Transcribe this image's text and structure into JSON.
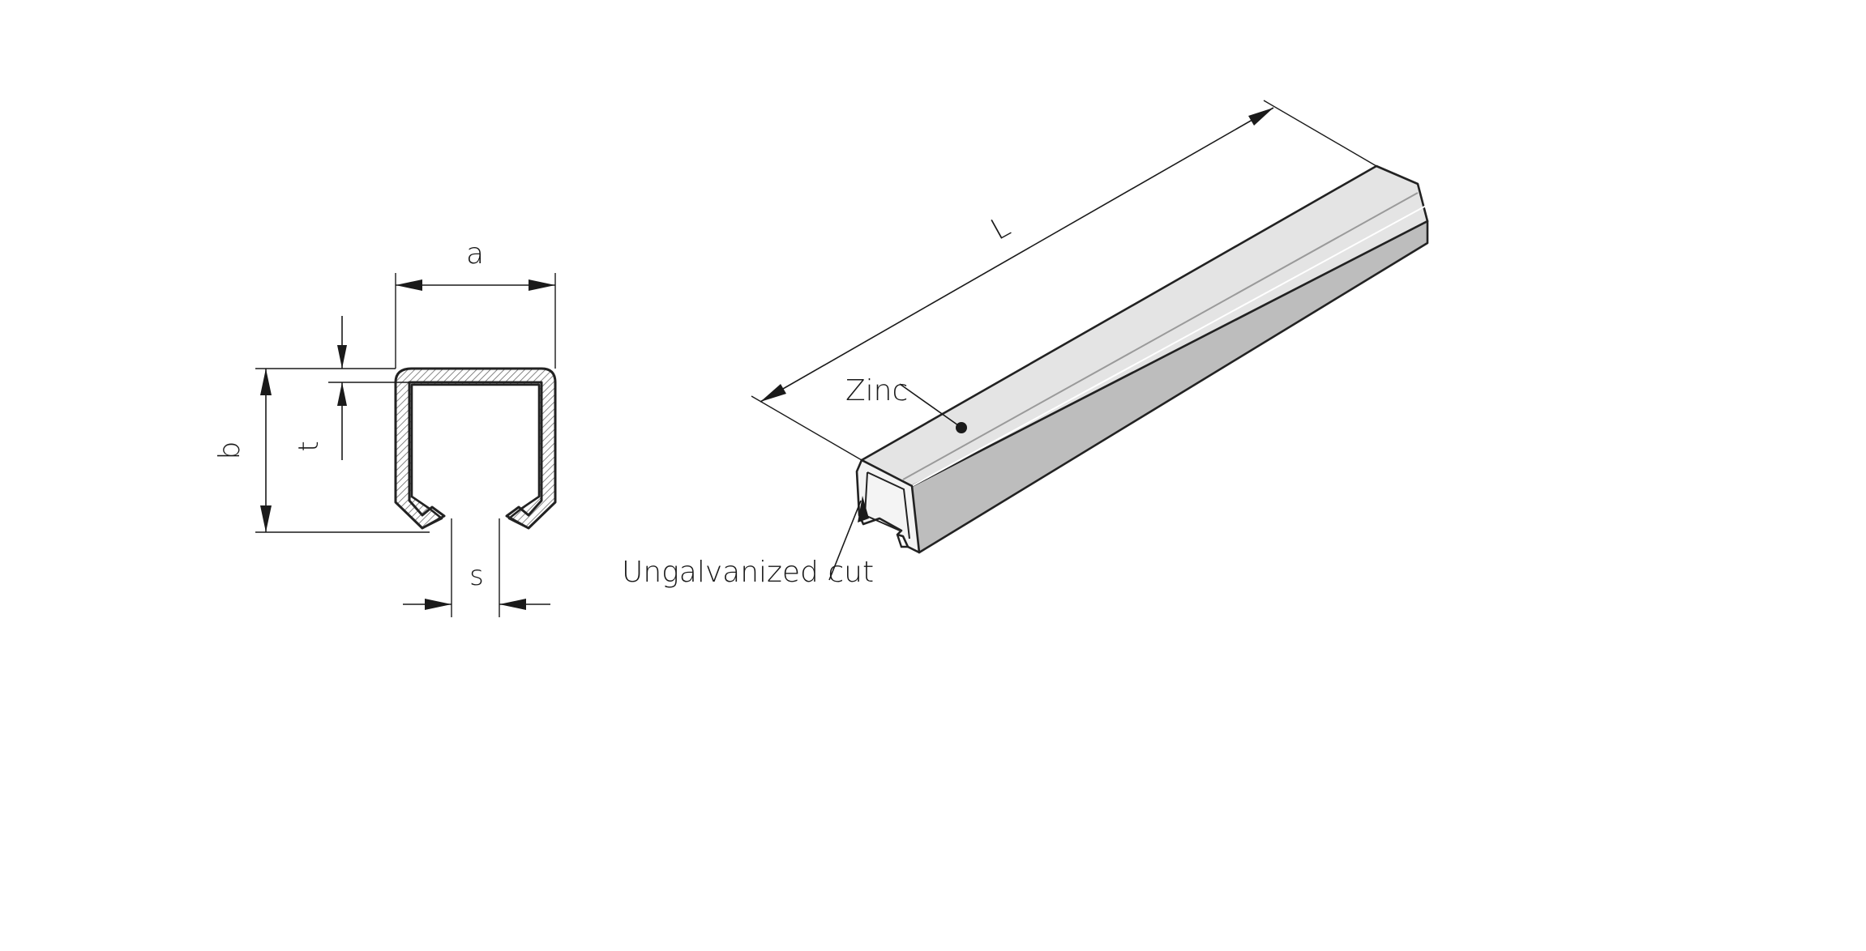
{
  "cross_section": {
    "dim_a": "a",
    "dim_b": "b",
    "dim_t": "t",
    "dim_s": "s"
  },
  "iso_view": {
    "dim_L": "L",
    "callout_zinc": "Zinc",
    "callout_cut": "Ungalvanized cut"
  },
  "colors": {
    "line": "#1a1a1a",
    "top_face": "#e4e4e4",
    "side_face": "#bdbdbd",
    "end_face": "#f4f4f4",
    "section_hatch": "#6a6a6a"
  }
}
